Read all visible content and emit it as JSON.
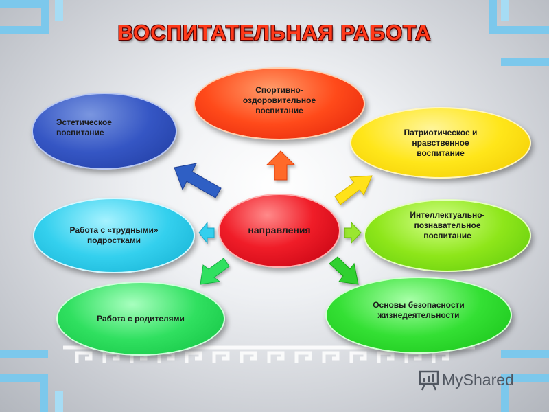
{
  "slide": {
    "title": "ВОСПИТАТЕЛЬНАЯ  РАБОТА",
    "center": "направления",
    "directions": {
      "sport": [
        "Спортивно-",
        "оздоровительное",
        "воспитание"
      ],
      "aesthetic": [
        "Эстетическое",
        "воспитание"
      ],
      "patriotic": [
        "Патриотическое и",
        "нравственное",
        "воспитание"
      ],
      "intellectual": [
        "Интеллектуально-",
        "познавательное",
        "воспитание"
      ],
      "difficult_teens": [
        "Работа с «трудными»",
        "подростками"
      ],
      "parents": [
        "Работа с родителями"
      ],
      "safety": [
        "Основы безопасности",
        "жизнедеятельности"
      ]
    },
    "logo": "MyShared"
  },
  "colors": {
    "title": "#ff3a1a",
    "center": "#f01d28",
    "sport": "#ff4a1a",
    "aesthetic": "#3556c4",
    "patriotic": "#ffe61a",
    "intellectual": "#8ee61a",
    "difficult_teens": "#34d0ee",
    "parents": "#30e060",
    "safety": "#34e034",
    "frame": "#7cc8ec"
  }
}
